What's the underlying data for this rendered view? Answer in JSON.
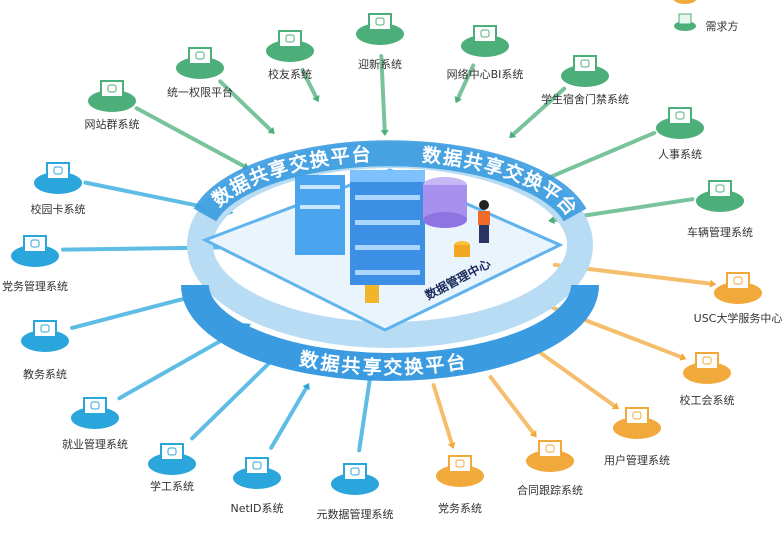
{
  "legend": {
    "demand_label": "需求方"
  },
  "platform": {
    "ring_label": "数据共享交换平台",
    "center_label": "数据管理中心"
  },
  "colors": {
    "demand": "#4caf7a",
    "both": "#2aa6dc",
    "supply": "#f2a93b",
    "ring": "#3b9be0"
  },
  "nodes": [
    {
      "label": "网站群系统",
      "type": "demand"
    },
    {
      "label": "统一权限平台",
      "type": "demand"
    },
    {
      "label": "校友系统",
      "type": "demand"
    },
    {
      "label": "迎新系统",
      "type": "demand"
    },
    {
      "label": "网络中心BI系统",
      "type": "demand"
    },
    {
      "label": "学生宿舍门禁系统",
      "type": "demand"
    },
    {
      "label": "人事系统",
      "type": "demand"
    },
    {
      "label": "车辆管理系统",
      "type": "demand"
    },
    {
      "label": "校园卡系统",
      "type": "both"
    },
    {
      "label": "党务管理系统",
      "type": "both"
    },
    {
      "label": "教务系统",
      "type": "both"
    },
    {
      "label": "就业管理系统",
      "type": "both"
    },
    {
      "label": "学工系统",
      "type": "both"
    },
    {
      "label": "NetID系统",
      "type": "both"
    },
    {
      "label": "元数据管理系统",
      "type": "both"
    },
    {
      "label": "党务系统",
      "type": "supply"
    },
    {
      "label": "合同跟踪系统",
      "type": "supply"
    },
    {
      "label": "用户管理系统",
      "type": "supply"
    },
    {
      "label": "校工会系统",
      "type": "supply"
    },
    {
      "label": "USC大学服务中心",
      "type": "supply"
    }
  ]
}
